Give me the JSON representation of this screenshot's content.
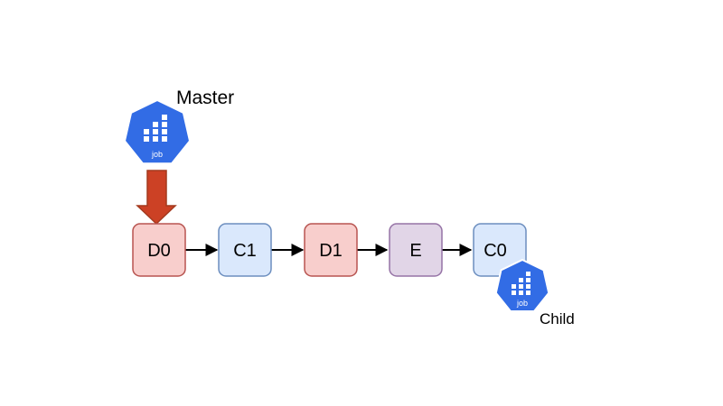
{
  "labels": {
    "master": "Master",
    "child": "Child"
  },
  "icons": {
    "master_icon": {
      "name": "kubernetes-job-icon",
      "text": "job"
    },
    "child_icon": {
      "name": "kubernetes-job-icon",
      "text": "job"
    }
  },
  "nodes": [
    {
      "id": "D0",
      "label": "D0",
      "fill": "#f8cecc",
      "stroke": "#b85450"
    },
    {
      "id": "C1",
      "label": "C1",
      "fill": "#dae8fc",
      "stroke": "#6c8ebf"
    },
    {
      "id": "D1",
      "label": "D1",
      "fill": "#f8cecc",
      "stroke": "#b85450"
    },
    {
      "id": "E",
      "label": "E",
      "fill": "#e1d5e7",
      "stroke": "#9673a6"
    },
    {
      "id": "C0",
      "label": "C0",
      "fill": "#dae8fc",
      "stroke": "#6c8ebf"
    }
  ],
  "colors": {
    "icon_blue": "#326ce5",
    "pointer_red": "#cc4125",
    "pointer_stroke": "#a33a1f",
    "arrow": "#000000"
  }
}
